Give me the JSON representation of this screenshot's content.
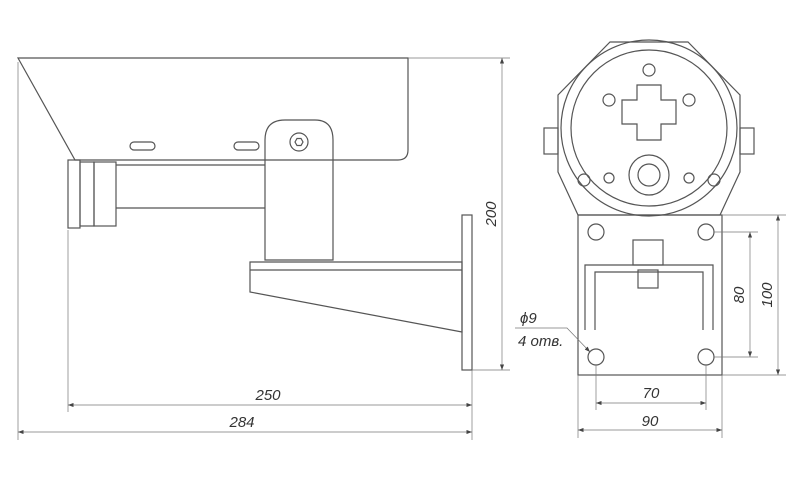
{
  "dimensions": {
    "side_length_bracket": "250",
    "side_length_total": "284",
    "side_height": "200",
    "front_hole_spacing_h": "70",
    "front_plate_width": "90",
    "front_hole_spacing_v": "80",
    "front_plate_height": "100",
    "hole_diameter": "ϕ9",
    "hole_count": "4 отв."
  },
  "colors": {
    "line": "#555555",
    "background": "#ffffff"
  }
}
